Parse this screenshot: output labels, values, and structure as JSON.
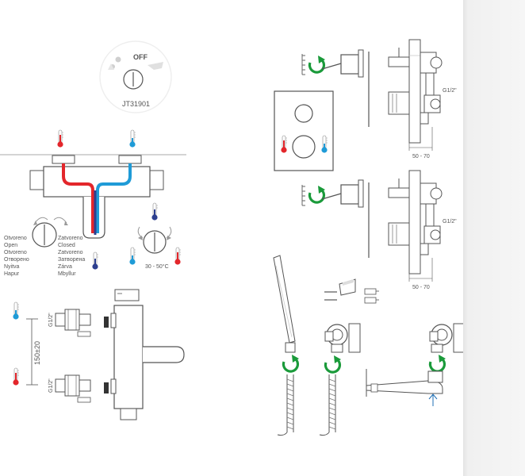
{
  "panel_top_left": {
    "badge_off": "OFF",
    "model_code": "JT31901",
    "left_states": [
      "Otvoreno",
      "Open",
      "Otvoreno",
      "Отворено",
      "Nyitva",
      "Hapur"
    ],
    "right_states": [
      "Zatvoreno",
      "Closed",
      "Zatvoreno",
      "Затворена",
      "Zárva",
      "Mbyllur"
    ],
    "temp_range": "30 - 50°C"
  },
  "panel_bottom_left": {
    "thread_top": "G1/2\"",
    "thread_bottom": "G1/2\"",
    "spacing": "150±20"
  },
  "panel_right": {
    "thread_upper": "G1/2\"",
    "thread_lower": "G1/2\"",
    "dimension_upper": "50 - 70",
    "dimension_lower": "50 - 70"
  },
  "colors": {
    "hot": "#e3262b",
    "cold": "#1f9bd7",
    "mixed": "#2d3f8f",
    "rotate_arrow": "#1a9a3a",
    "line": "#555555"
  },
  "icons": [
    "thermometer-hot-icon",
    "thermometer-cold-icon",
    "thermometer-mixed-icon",
    "rotate-arrow-icon",
    "up-arrow-icon",
    "shower-head-icon",
    "flow-arrow-icon"
  ]
}
